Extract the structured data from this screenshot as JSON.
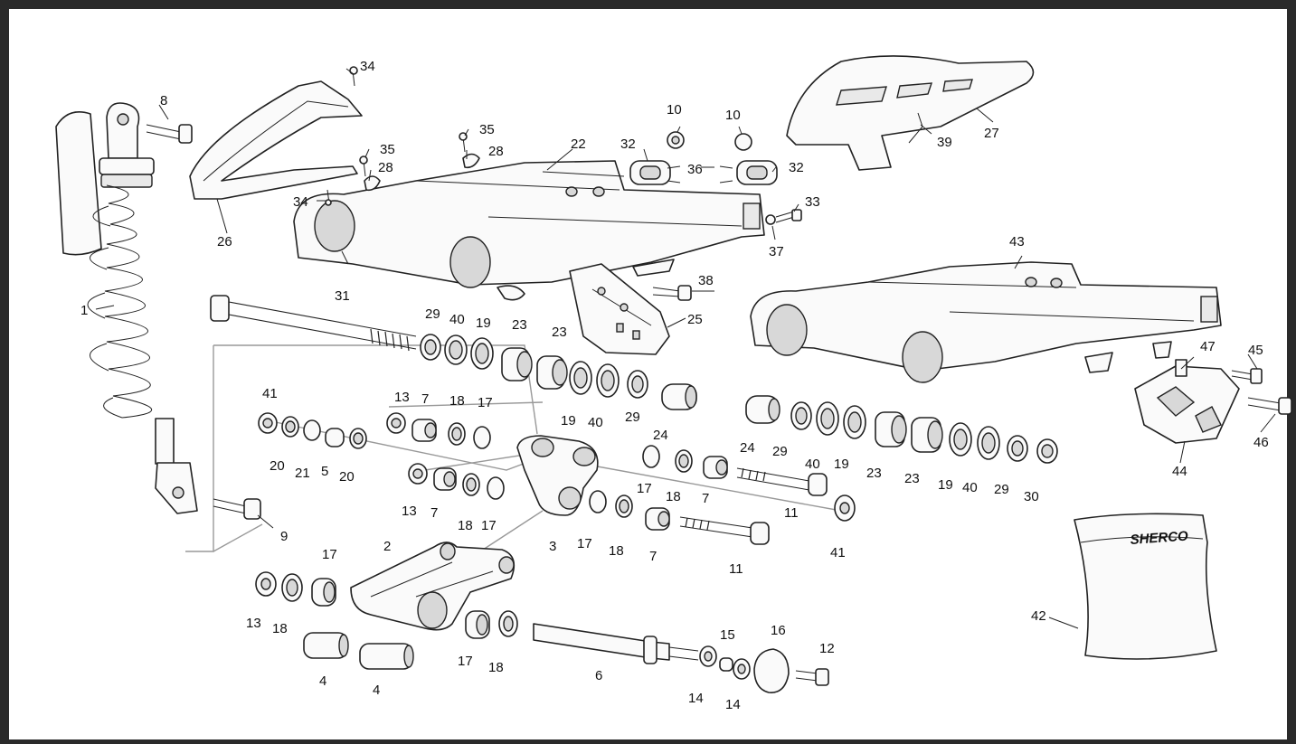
{
  "diagram": {
    "background": "#ffffff",
    "frame": "#2a2a2a",
    "callouts": [
      {
        "id": "c1",
        "label": "1"
      },
      {
        "id": "c2",
        "label": "2"
      },
      {
        "id": "c3",
        "label": "3"
      },
      {
        "id": "c4a",
        "label": "4"
      },
      {
        "id": "c4b",
        "label": "4"
      },
      {
        "id": "c5",
        "label": "5"
      },
      {
        "id": "c6",
        "label": "6"
      },
      {
        "id": "c7a",
        "label": "7"
      },
      {
        "id": "c7b",
        "label": "7"
      },
      {
        "id": "c7c",
        "label": "7"
      },
      {
        "id": "c7d",
        "label": "7"
      },
      {
        "id": "c8",
        "label": "8"
      },
      {
        "id": "c9",
        "label": "9"
      },
      {
        "id": "c10a",
        "label": "10"
      },
      {
        "id": "c10b",
        "label": "10"
      },
      {
        "id": "c11a",
        "label": "11"
      },
      {
        "id": "c11b",
        "label": "11"
      },
      {
        "id": "c12",
        "label": "12"
      },
      {
        "id": "c13a",
        "label": "13"
      },
      {
        "id": "c13b",
        "label": "13"
      },
      {
        "id": "c13c",
        "label": "13"
      },
      {
        "id": "c14a",
        "label": "14"
      },
      {
        "id": "c14b",
        "label": "14"
      },
      {
        "id": "c15",
        "label": "15"
      },
      {
        "id": "c16",
        "label": "16"
      },
      {
        "id": "c17a",
        "label": "17"
      },
      {
        "id": "c17b",
        "label": "17"
      },
      {
        "id": "c17c",
        "label": "17"
      },
      {
        "id": "c17d",
        "label": "17"
      },
      {
        "id": "c17e",
        "label": "17"
      },
      {
        "id": "c17f",
        "label": "17"
      },
      {
        "id": "c18a",
        "label": "18"
      },
      {
        "id": "c18b",
        "label": "18"
      },
      {
        "id": "c18c",
        "label": "18"
      },
      {
        "id": "c18d",
        "label": "18"
      },
      {
        "id": "c18e",
        "label": "18"
      },
      {
        "id": "c18f",
        "label": "18"
      },
      {
        "id": "c19a",
        "label": "19"
      },
      {
        "id": "c19b",
        "label": "19"
      },
      {
        "id": "c19c",
        "label": "19"
      },
      {
        "id": "c19d",
        "label": "19"
      },
      {
        "id": "c20a",
        "label": "20"
      },
      {
        "id": "c20b",
        "label": "20"
      },
      {
        "id": "c21",
        "label": "21"
      },
      {
        "id": "c22",
        "label": "22"
      },
      {
        "id": "c23a",
        "label": "23"
      },
      {
        "id": "c23b",
        "label": "23"
      },
      {
        "id": "c23c",
        "label": "23"
      },
      {
        "id": "c23d",
        "label": "23"
      },
      {
        "id": "c24a",
        "label": "24"
      },
      {
        "id": "c24b",
        "label": "24"
      },
      {
        "id": "c25",
        "label": "25"
      },
      {
        "id": "c26",
        "label": "26"
      },
      {
        "id": "c27",
        "label": "27"
      },
      {
        "id": "c28a",
        "label": "28"
      },
      {
        "id": "c28b",
        "label": "28"
      },
      {
        "id": "c29a",
        "label": "29"
      },
      {
        "id": "c29b",
        "label": "29"
      },
      {
        "id": "c29c",
        "label": "29"
      },
      {
        "id": "c29d",
        "label": "29"
      },
      {
        "id": "c30",
        "label": "30"
      },
      {
        "id": "c31",
        "label": "31"
      },
      {
        "id": "c32a",
        "label": "32"
      },
      {
        "id": "c32b",
        "label": "32"
      },
      {
        "id": "c33",
        "label": "33"
      },
      {
        "id": "c34a",
        "label": "34"
      },
      {
        "id": "c34b",
        "label": "34"
      },
      {
        "id": "c35a",
        "label": "35"
      },
      {
        "id": "c35b",
        "label": "35"
      },
      {
        "id": "c36",
        "label": "36"
      },
      {
        "id": "c37",
        "label": "37"
      },
      {
        "id": "c38",
        "label": "38"
      },
      {
        "id": "c39",
        "label": "39"
      },
      {
        "id": "c40a",
        "label": "40"
      },
      {
        "id": "c40b",
        "label": "40"
      },
      {
        "id": "c40c",
        "label": "40"
      },
      {
        "id": "c40d",
        "label": "40"
      },
      {
        "id": "c41a",
        "label": "41"
      },
      {
        "id": "c41b",
        "label": "41"
      },
      {
        "id": "c42",
        "label": "42"
      },
      {
        "id": "c43",
        "label": "43"
      },
      {
        "id": "c44",
        "label": "44"
      },
      {
        "id": "c45",
        "label": "45"
      },
      {
        "id": "c46",
        "label": "46"
      },
      {
        "id": "c47",
        "label": "47"
      }
    ],
    "bag_logo": "SHERCO"
  }
}
